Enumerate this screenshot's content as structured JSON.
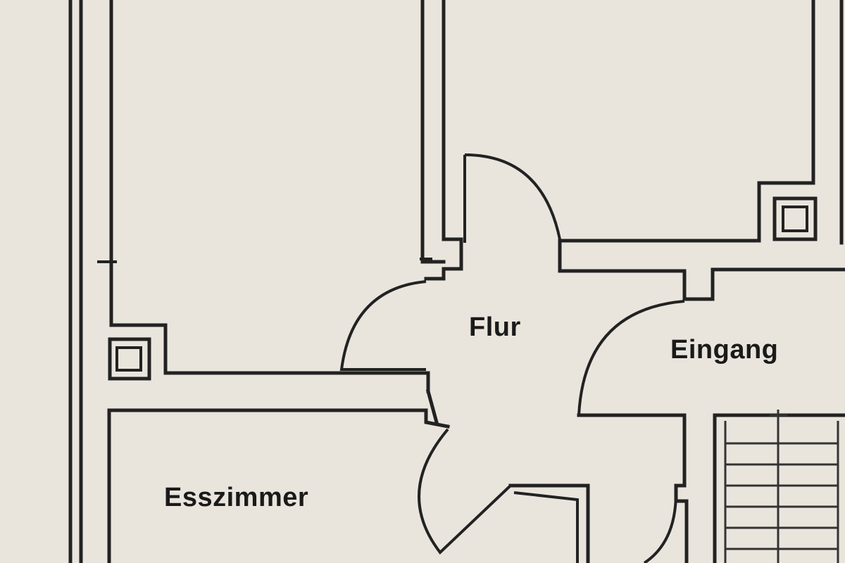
{
  "rooms": {
    "flur": "Flur",
    "eingang": "Eingang",
    "esszimmer": "Esszimmer"
  },
  "colors": {
    "paper": "#e9e5dd",
    "ink": "#222222"
  }
}
